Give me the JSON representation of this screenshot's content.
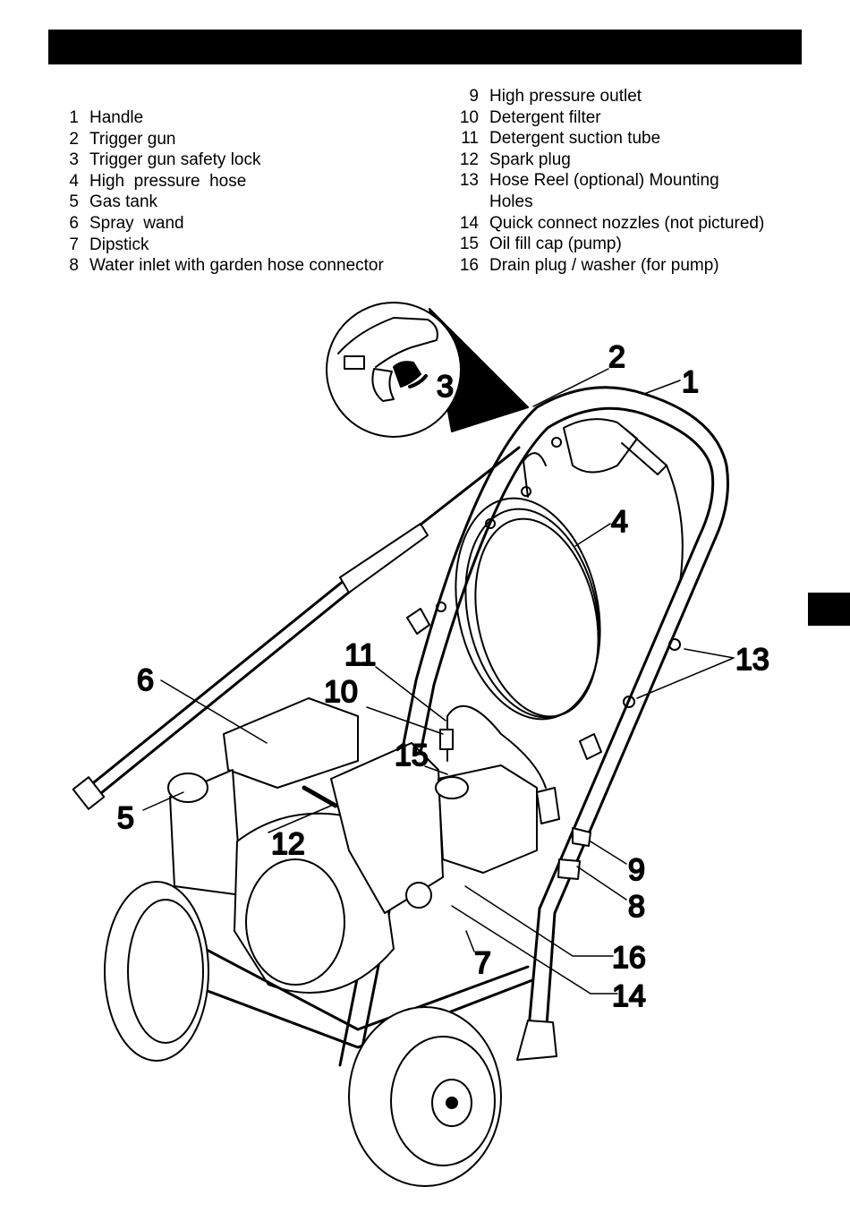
{
  "legend_left": [
    {
      "num": "1",
      "label": "Handle"
    },
    {
      "num": "2",
      "label": "Trigger gun"
    },
    {
      "num": "3",
      "label": "Trigger gun safety lock"
    },
    {
      "num": "4",
      "label": "High  pressure  hose"
    },
    {
      "num": "5",
      "label": "Gas tank"
    },
    {
      "num": "6",
      "label": "Spray  wand"
    },
    {
      "num": "7",
      "label": "Dipstick"
    },
    {
      "num": "8",
      "label": "Water inlet with garden hose connector"
    }
  ],
  "legend_right": [
    {
      "num": "9",
      "label": "High pressure outlet"
    },
    {
      "num": "10",
      "label": "Detergent filter"
    },
    {
      "num": "11",
      "label": "Detergent suction tube"
    },
    {
      "num": "12",
      "label": "Spark plug"
    },
    {
      "num": "13",
      "label": "Hose Reel (optional) Mounting"
    },
    {
      "num": "",
      "label": "Holes"
    },
    {
      "num": "14",
      "label": "Quick connect nozzles (not pictured)"
    },
    {
      "num": "15",
      "label": "Oil fill cap (pump)"
    },
    {
      "num": "16",
      "label": "Drain plug / washer (for pump)"
    }
  ],
  "callouts": {
    "c1": "1",
    "c2": "2",
    "c3": "3",
    "c4": "4",
    "c5": "5",
    "c6": "6",
    "c7": "7",
    "c8": "8",
    "c9": "9",
    "c10": "10",
    "c11": "11",
    "c12": "12",
    "c13": "13",
    "c14": "14",
    "c15": "15",
    "c16": "16"
  }
}
